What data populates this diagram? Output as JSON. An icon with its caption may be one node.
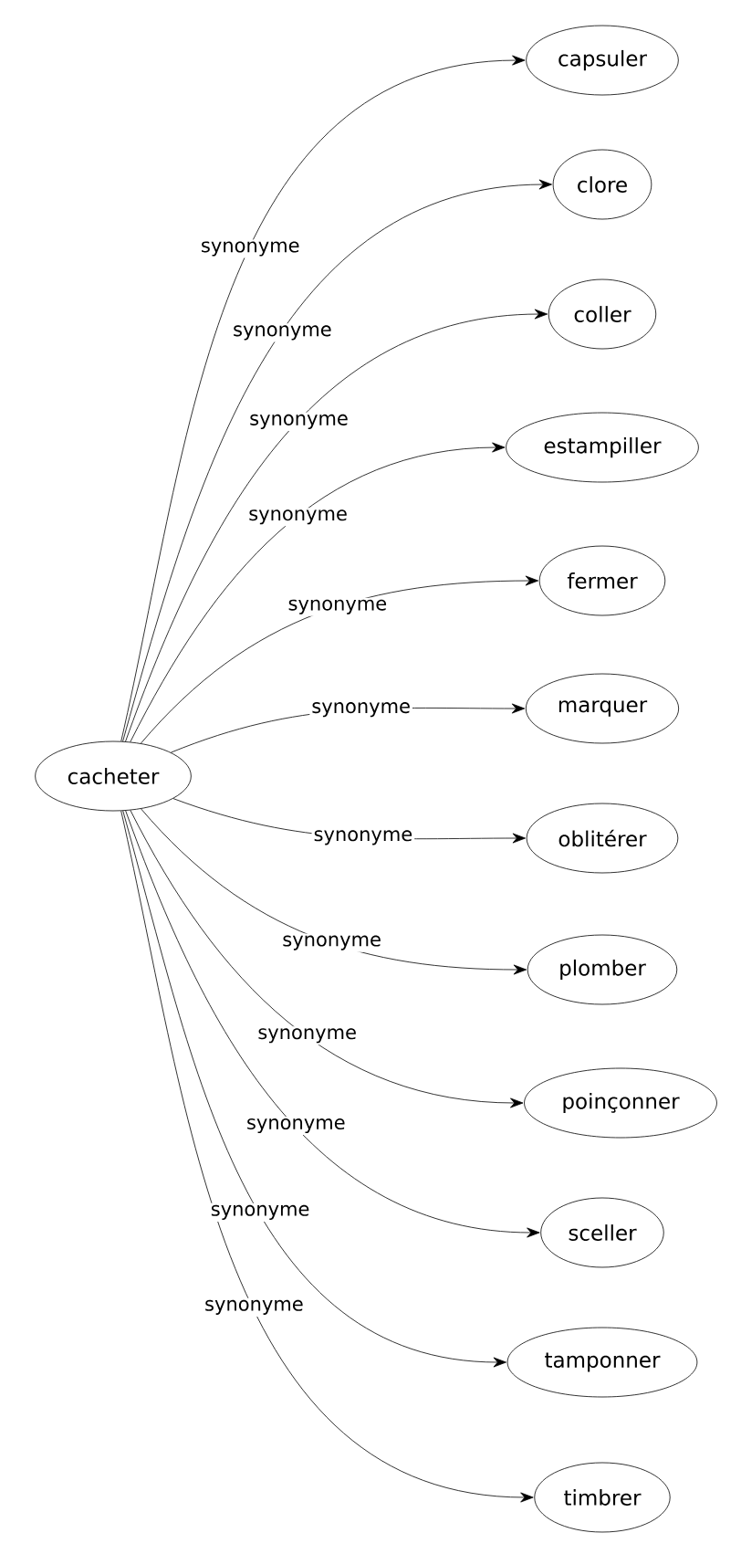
{
  "diagram": {
    "nodes": [
      {
        "text": [
          "cacheter"
        ]
      },
      {
        "text": [
          "capsuler"
        ]
      },
      {
        "text": [
          "clore"
        ]
      },
      {
        "text": [
          "coller"
        ]
      },
      {
        "text": [
          "estampiller"
        ]
      },
      {
        "text": [
          "fermer"
        ]
      },
      {
        "text": [
          "marquer"
        ]
      },
      {
        "text": [
          "oblitérer"
        ]
      },
      {
        "text": [
          "plomber"
        ]
      },
      {
        "text": [
          "poinçonner"
        ]
      },
      {
        "text": [
          "sceller"
        ]
      },
      {
        "text": [
          "tamponner"
        ]
      },
      {
        "text": [
          "timbrer"
        ]
      }
    ],
    "edges": [
      {
        "from": 0,
        "to": 1,
        "arrow": "to",
        "label": "synonyme"
      },
      {
        "from": 0,
        "to": 2,
        "arrow": "to",
        "label": "synonyme"
      },
      {
        "from": 0,
        "to": 3,
        "arrow": "to",
        "label": "synonyme"
      },
      {
        "from": 0,
        "to": 4,
        "arrow": "to",
        "label": "synonyme"
      },
      {
        "from": 0,
        "to": 5,
        "arrow": "to",
        "label": "synonyme"
      },
      {
        "from": 0,
        "to": 6,
        "arrow": "to",
        "label": "synonyme"
      },
      {
        "from": 0,
        "to": 7,
        "arrow": "to",
        "label": "synonyme"
      },
      {
        "from": 0,
        "to": 8,
        "arrow": "to",
        "label": "synonyme"
      },
      {
        "from": 0,
        "to": 9,
        "arrow": "to",
        "label": "synonyme"
      },
      {
        "from": 0,
        "to": 10,
        "arrow": "to",
        "label": "synonyme"
      },
      {
        "from": 0,
        "to": 11,
        "arrow": "to",
        "label": "synonyme"
      },
      {
        "from": 0,
        "to": 12,
        "arrow": "to",
        "label": "synonyme"
      }
    ]
  }
}
